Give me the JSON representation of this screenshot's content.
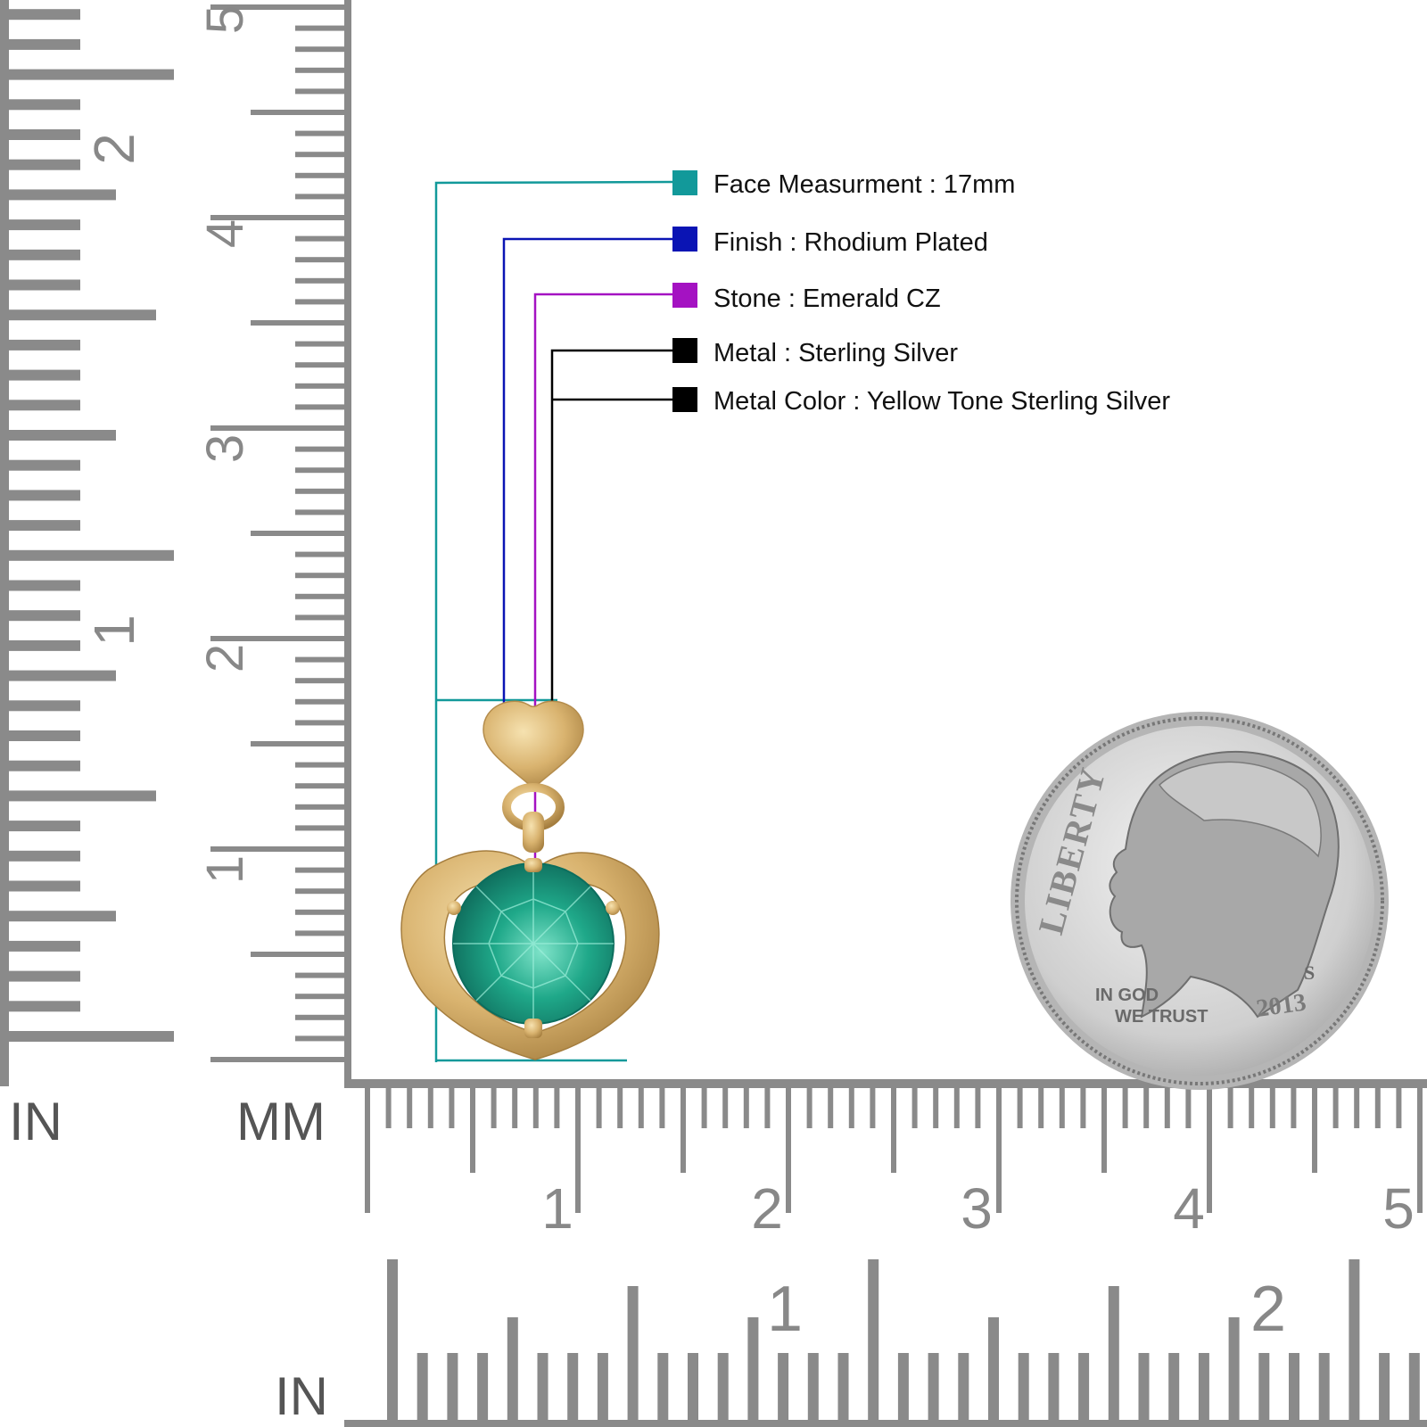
{
  "specs": [
    {
      "label": "Face Measurment : 17mm",
      "color": "#12999a"
    },
    {
      "label": "Finish : Rhodium Plated",
      "color": "#0a14b4"
    },
    {
      "label": "Stone : Emerald CZ",
      "color": "#a412c2"
    },
    {
      "label": "Metal : Sterling Silver",
      "color": "#000000"
    },
    {
      "label": "Metal Color : Yellow Tone Sterling Silver",
      "color": "#000000"
    }
  ],
  "rulers": {
    "vertical_inch_label": "IN",
    "vertical_mm_label": "MM",
    "horizontal_inch_label": "IN",
    "vertical_inch_numbers": [
      "1",
      "2"
    ],
    "vertical_cm_numbers": [
      "1",
      "2",
      "3",
      "4",
      "5"
    ],
    "horizontal_cm_numbers": [
      "1",
      "2",
      "3",
      "4",
      "5"
    ],
    "horizontal_inch_numbers": [
      "1",
      "2"
    ]
  },
  "coin": {
    "legend": "LIBERTY",
    "motto_line1": "IN GOD",
    "motto_line2": "WE TRUST",
    "year": "2013",
    "mint_mark": "S"
  },
  "colors": {
    "ruler_gray": "#8a8a8a",
    "gold": "#d8b06a",
    "emerald": "#1a9a82"
  }
}
